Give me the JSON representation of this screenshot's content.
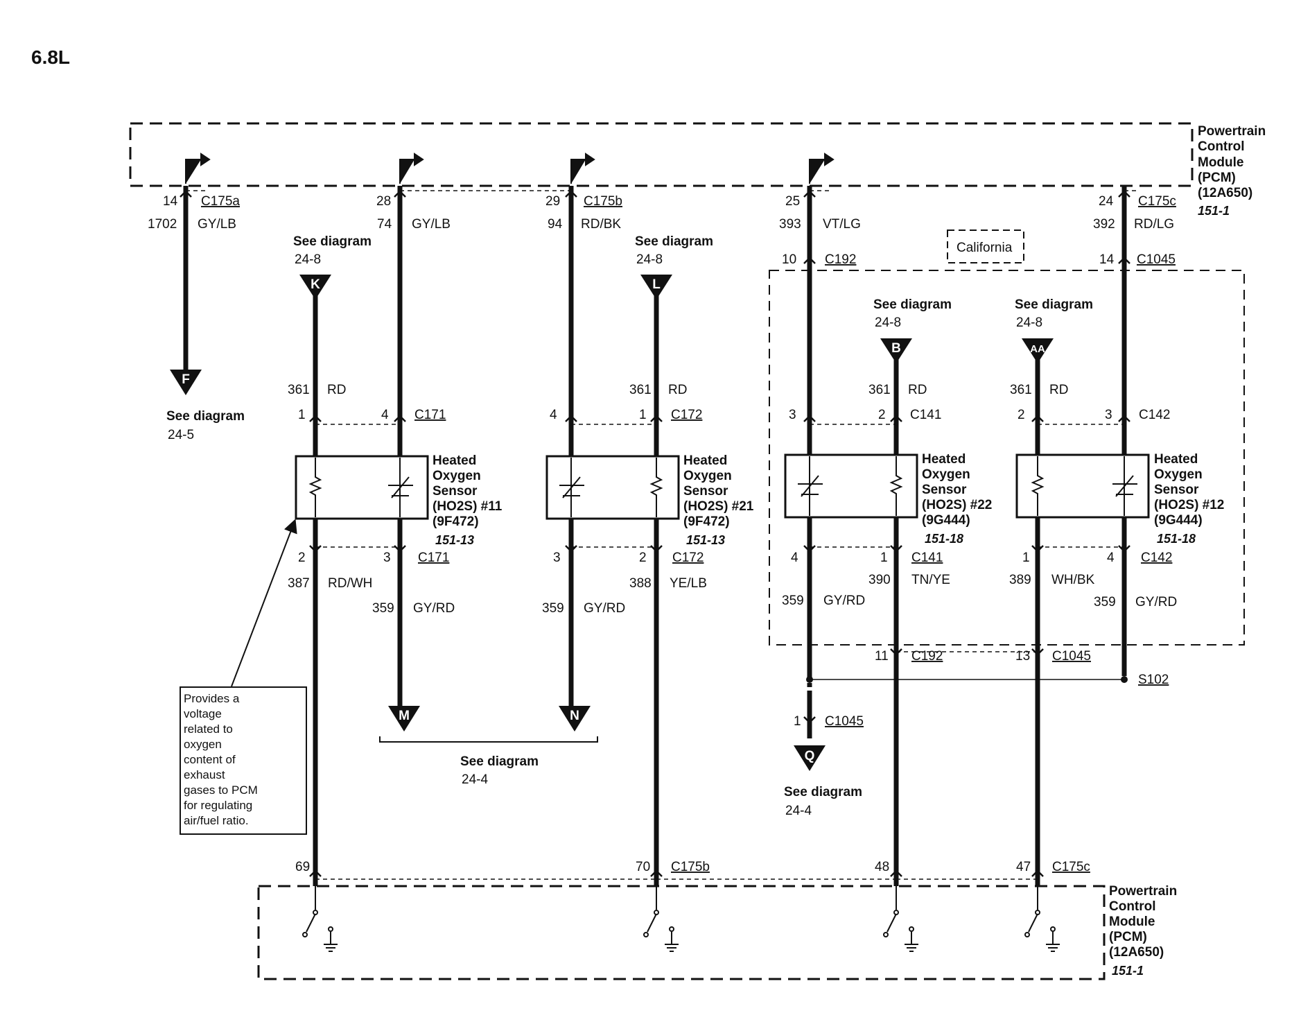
{
  "diagram": {
    "title": "6.8L",
    "pcm_top": {
      "lines": [
        "Powertrain",
        "Control",
        "Module",
        "(PCM)",
        "(12A650)"
      ],
      "ref": "151-1"
    },
    "pcm_bottom": {
      "lines": [
        "Powertrain",
        "Control",
        "Module",
        "(PCM)",
        "(12A650)"
      ],
      "ref": "151-1"
    },
    "california_label": "California",
    "wires": [
      {
        "name": "wire-1702",
        "pin": "14",
        "connector": "C175a",
        "circuit": "1702",
        "color": "GY/LB"
      },
      {
        "name": "wire-74",
        "pin": "28",
        "circuit": "74",
        "color": "GY/LB"
      },
      {
        "name": "wire-94",
        "pin": "29",
        "connector": "C175b",
        "circuit": "94",
        "color": "RD/BK"
      },
      {
        "name": "wire-393",
        "pin": "25",
        "circuit": "393",
        "color": "VT/LG",
        "pin2": "10",
        "connector2": "C192"
      },
      {
        "name": "wire-392",
        "pin": "24",
        "connector": "C175c",
        "circuit": "392",
        "color": "RD/LG",
        "pin2": "14",
        "connector2": "C1045"
      }
    ],
    "see_diagrams": {
      "k_label": "See diagram",
      "k_ref": "24-8",
      "k_letter": "K",
      "l_label": "See diagram",
      "l_ref": "24-8",
      "l_letter": "L",
      "b_label": "See diagram",
      "b_ref": "24-8",
      "b_letter": "B",
      "aa_label": "See diagram",
      "aa_ref": "24-8",
      "aa_letter": "AA",
      "f_label": "See diagram",
      "f_ref": "24-5",
      "f_letter": "F",
      "mn_label": "See diagram",
      "mn_ref": "24-4",
      "m_letter": "M",
      "n_letter": "N",
      "q_label": "See diagram",
      "q_ref": "24-4",
      "q_letter": "Q"
    },
    "sensors": [
      {
        "lines": [
          "Heated",
          "Oxygen",
          "Sensor",
          "(HO2S) #11",
          "(9F472)"
        ],
        "ref": "151-13",
        "heater_circuit": "361",
        "heater_color": "RD",
        "top_conn": "C171",
        "top_pins": [
          "1",
          "4"
        ],
        "bottom_conn": "C171",
        "bottom_pins": [
          "2",
          "3"
        ],
        "sig_circuit": "387",
        "sig_color": "RD/WH",
        "gnd_circuit": "359",
        "gnd_color": "GY/RD"
      },
      {
        "lines": [
          "Heated",
          "Oxygen",
          "Sensor",
          "(HO2S) #21",
          "(9F472)"
        ],
        "ref": "151-13",
        "heater_circuit": "361",
        "heater_color": "RD",
        "top_conn": "C172",
        "top_pins": [
          "4",
          "1"
        ],
        "bottom_conn": "C172",
        "bottom_pins": [
          "3",
          "2"
        ],
        "sig_circuit": "388",
        "sig_color": "YE/LB",
        "gnd_circuit": "359",
        "gnd_color": "GY/RD"
      },
      {
        "lines": [
          "Heated",
          "Oxygen",
          "Sensor",
          "(HO2S) #22",
          "(9G444)"
        ],
        "ref": "151-18",
        "heater_circuit": "361",
        "heater_color": "RD",
        "top_conn": "C141",
        "top_pins": [
          "3",
          "2"
        ],
        "bottom_conn": "C141",
        "bottom_pins": [
          "4",
          "1"
        ],
        "sig_circuit": "390",
        "sig_color": "TN/YE",
        "gnd_circuit": "359",
        "gnd_color": "GY/RD"
      },
      {
        "lines": [
          "Heated",
          "Oxygen",
          "Sensor",
          "(HO2S) #12",
          "(9G444)"
        ],
        "ref": "151-18",
        "heater_circuit": "361",
        "heater_color": "RD",
        "top_conn": "C142",
        "top_pins": [
          "2",
          "3"
        ],
        "bottom_conn": "C142",
        "bottom_pins": [
          "1",
          "4"
        ],
        "sig_circuit": "389",
        "sig_color": "WH/BK",
        "gnd_circuit": "359",
        "gnd_color": "GY/RD"
      }
    ],
    "california_out": {
      "pin_c192": "11",
      "conn_c192": "C192",
      "pin_c1045": "13",
      "conn_c1045": "C1045",
      "splice": "S102",
      "pin_q": "1",
      "conn_q": "C1045"
    },
    "pcm_inputs": [
      {
        "pin": "69"
      },
      {
        "pin": "70",
        "connector": "C175b"
      },
      {
        "pin": "48"
      },
      {
        "pin": "47",
        "connector": "C175c"
      }
    ],
    "note": [
      "Provides a",
      "voltage",
      "related to",
      "oxygen",
      "content of",
      "exhaust",
      "gases to PCM",
      "for regulating",
      "air/fuel ratio."
    ]
  }
}
